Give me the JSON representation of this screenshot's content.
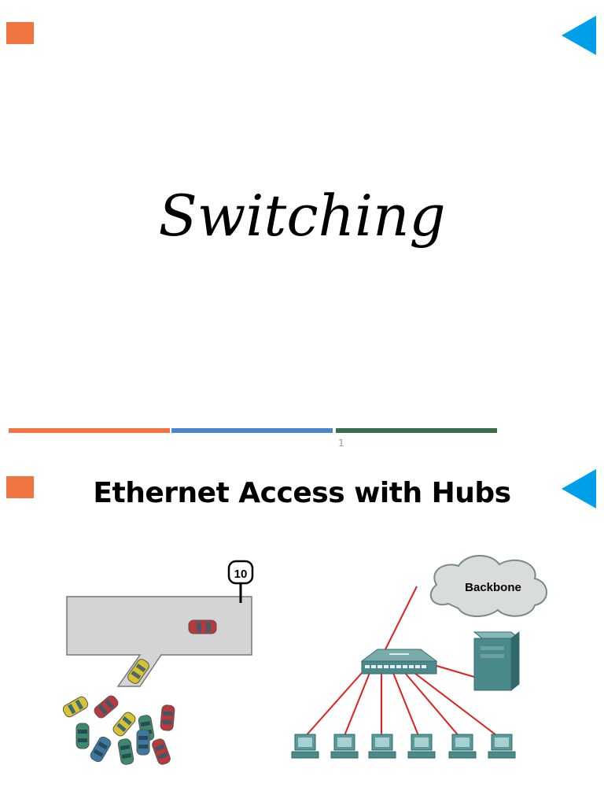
{
  "slide1": {
    "title": "Switching",
    "page_number": "1"
  },
  "slide2": {
    "title": "Ethernet Access with Hubs",
    "traffic_sign": "10",
    "cloud_label": "Backbone"
  },
  "colors": {
    "accent_orange": "#f07540",
    "accent_blue": "#00a0e8",
    "bar_orange": "#f07540",
    "bar_blue": "#4a86c8",
    "bar_green": "#3a6e4a",
    "cable_red": "#e02020",
    "device_teal": "#4a8a8a"
  },
  "icons": [
    "square-marker-icon",
    "triangle-marker-icon",
    "cloud-icon",
    "hub-icon",
    "server-icon",
    "computer-icon",
    "car-icon",
    "speed-sign-icon"
  ]
}
